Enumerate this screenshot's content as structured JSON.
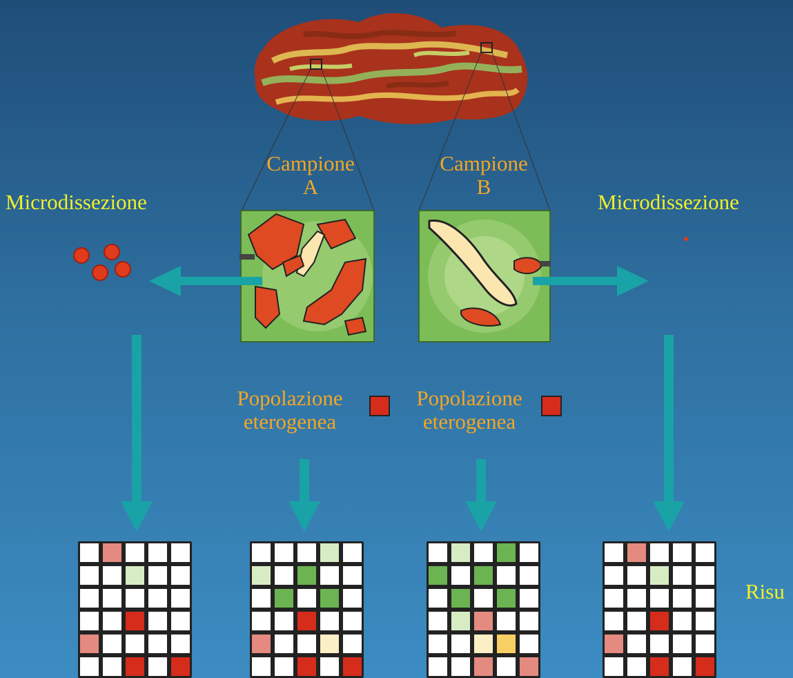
{
  "labels": {
    "micro_left": "Microdissezione",
    "micro_right": "Microdissezione",
    "campione_a_line1": "Campione",
    "campione_a_line2": "A",
    "campione_b_line1": "Campione",
    "campione_b_line2": "B",
    "pop_left_line1": "Popolazione",
    "pop_left_line2": "eterogenea",
    "pop_right_line1": "Popolazione",
    "pop_right_line2": "eterogenea",
    "result_partial": "Risu"
  },
  "colors": {
    "red": "#d62c1c",
    "pink": "#e48a80",
    "light_green": "#d8ecc4",
    "green": "#6cb352",
    "cream": "#fbefc6",
    "gold": "#f8cf63",
    "arrow": "#19a3a6",
    "tissue_green": "#7cbd58"
  },
  "grids": [
    {
      "name": "grid-1",
      "cells": [
        [
          "w",
          "pink",
          "w",
          "w",
          "w"
        ],
        [
          "w",
          "w",
          "lgreen",
          "w",
          "w"
        ],
        [
          "w",
          "w",
          "w",
          "w",
          "w"
        ],
        [
          "w",
          "w",
          "red",
          "w",
          "w"
        ],
        [
          "pink",
          "w",
          "w",
          "w",
          "w"
        ],
        [
          "w",
          "w",
          "red",
          "w",
          "red"
        ]
      ]
    },
    {
      "name": "grid-2",
      "cells": [
        [
          "w",
          "w",
          "w",
          "lgreen",
          "w"
        ],
        [
          "lgreen",
          "w",
          "green",
          "w",
          "w"
        ],
        [
          "w",
          "green",
          "w",
          "green",
          "w"
        ],
        [
          "w",
          "w",
          "red",
          "w",
          "w"
        ],
        [
          "pink",
          "w",
          "w",
          "cream",
          "w"
        ],
        [
          "w",
          "w",
          "red",
          "w",
          "red"
        ]
      ]
    },
    {
      "name": "grid-3",
      "cells": [
        [
          "w",
          "lgreen",
          "w",
          "green",
          "w"
        ],
        [
          "green",
          "w",
          "green",
          "w",
          "w"
        ],
        [
          "w",
          "green",
          "w",
          "green",
          "w"
        ],
        [
          "w",
          "lgreen",
          "pink",
          "w",
          "w"
        ],
        [
          "w",
          "w",
          "cream",
          "gold",
          "w"
        ],
        [
          "w",
          "w",
          "pink",
          "w",
          "pink"
        ]
      ]
    },
    {
      "name": "grid-4",
      "cells": [
        [
          "w",
          "pink",
          "w",
          "w",
          "w"
        ],
        [
          "w",
          "w",
          "lgreen",
          "w",
          "w"
        ],
        [
          "w",
          "w",
          "w",
          "w",
          "w"
        ],
        [
          "w",
          "w",
          "red",
          "w",
          "w"
        ],
        [
          "pink",
          "w",
          "w",
          "w",
          "w"
        ],
        [
          "w",
          "w",
          "red",
          "w",
          "red"
        ]
      ]
    }
  ]
}
